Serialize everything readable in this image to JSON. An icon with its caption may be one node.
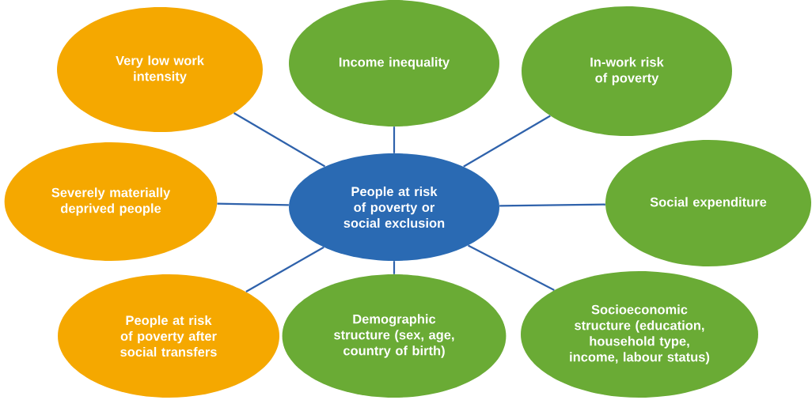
{
  "diagram": {
    "nodes": [
      {
        "text": [
          "Very low work intensity"
        ]
      },
      {
        "text": [
          "Income inequality"
        ]
      },
      {
        "text": [
          "In-work risk of poverty"
        ]
      },
      {
        "text": [
          "Severely materially deprived people"
        ]
      },
      {
        "text": [
          "People at risk of poverty or social exclusion"
        ]
      },
      {
        "text": [
          "Social expenditure"
        ]
      },
      {
        "text": [
          "People at risk of poverty after social transfers"
        ]
      },
      {
        "text": [
          "Demographic structure (sex, age, country of birth)"
        ]
      },
      {
        "text": [
          "Socioeconomic structure (education, household type, income, labour status)"
        ]
      }
    ],
    "edges": [
      {
        "from": 4,
        "to": 0,
        "arrow": "none"
      },
      {
        "from": 4,
        "to": 1,
        "arrow": "none"
      },
      {
        "from": 4,
        "to": 2,
        "arrow": "none"
      },
      {
        "from": 4,
        "to": 3,
        "arrow": "none"
      },
      {
        "from": 4,
        "to": 5,
        "arrow": "none"
      },
      {
        "from": 4,
        "to": 6,
        "arrow": "none"
      },
      {
        "from": 4,
        "to": 7,
        "arrow": "none"
      },
      {
        "from": 4,
        "to": 8,
        "arrow": "none"
      }
    ]
  }
}
